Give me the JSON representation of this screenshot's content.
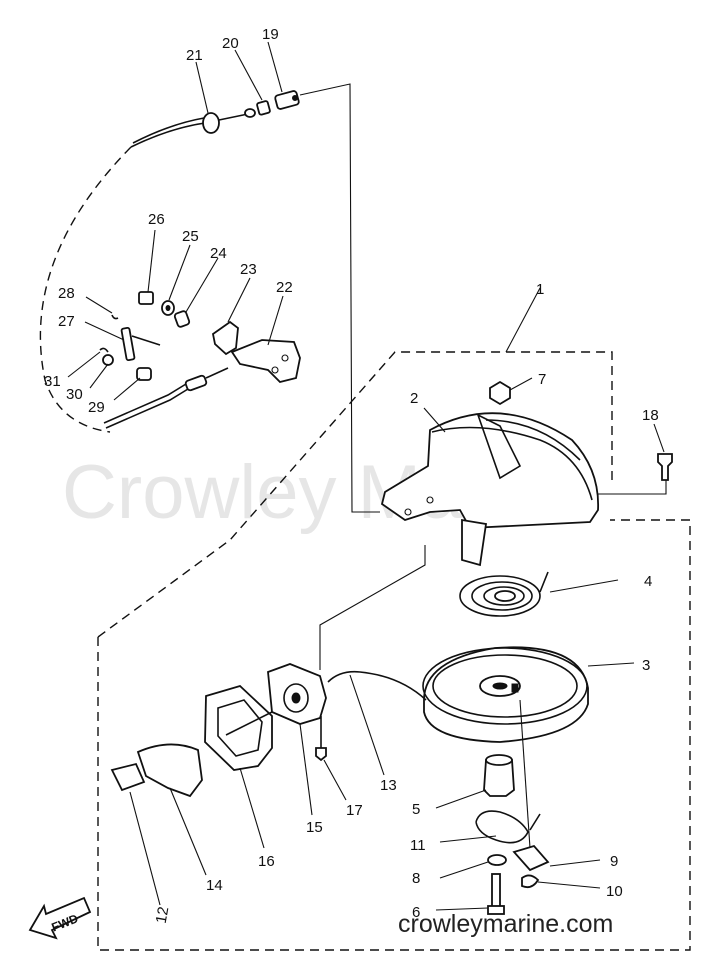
{
  "watermark": "Crowley Marine",
  "site": "crowleymarine.com",
  "fwd_label": "FWD",
  "callouts": [
    "1",
    "2",
    "3",
    "4",
    "5",
    "6",
    "7",
    "8",
    "9",
    "10",
    "11",
    "12",
    "13",
    "14",
    "15",
    "16",
    "17",
    "18",
    "19",
    "20",
    "21",
    "22",
    "23",
    "24",
    "25",
    "26",
    "27",
    "28",
    "29",
    "30",
    "31"
  ]
}
